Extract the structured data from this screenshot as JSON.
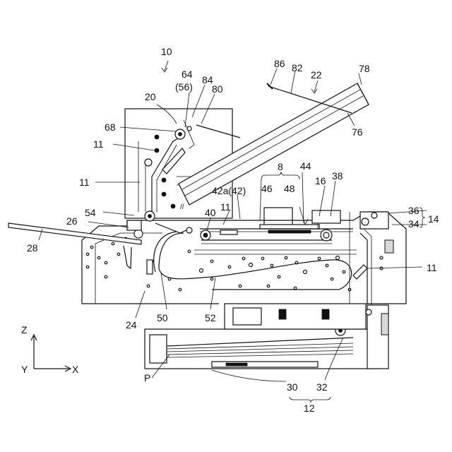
{
  "labels": {
    "l10": "10",
    "l64": "64",
    "l56": "(56)",
    "l84": "84",
    "l80": "80",
    "l20": "20",
    "l68": "68",
    "l11a": "11",
    "l11b": "11",
    "l11c": "11",
    "l11d": "11",
    "l86": "86",
    "l82": "82",
    "l22": "22",
    "l78": "78",
    "l76": "76",
    "l8": "8",
    "l44": "44",
    "l46": "46",
    "l48": "48",
    "l16": "16",
    "l38": "38",
    "l42": "42a(42)",
    "l40": "40",
    "l54": "54",
    "l26": "26",
    "l28": "28",
    "l36": "36",
    "l34": "34",
    "l14": "14",
    "l24": "24",
    "l50": "50",
    "l52": "52",
    "lP": "P",
    "l30": "30",
    "l32": "32",
    "l12": "12",
    "axisZ": "Z",
    "axisY": "Y",
    "axisX": "X"
  }
}
